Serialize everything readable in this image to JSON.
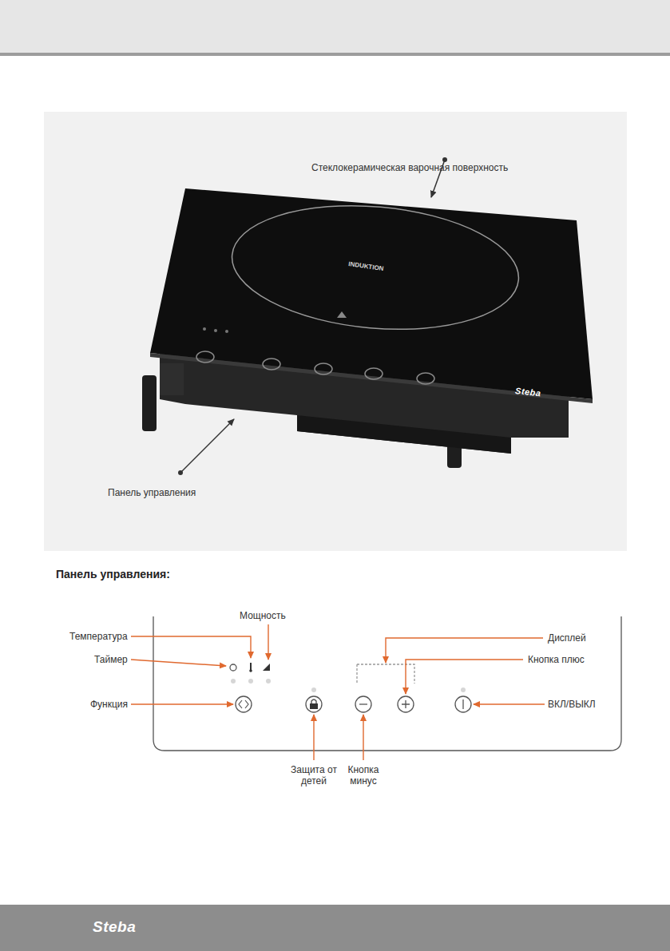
{
  "diagram": {
    "labels": [
      "Стеклокерамическая варочная поверхность",
      "INDUKTION",
      "Steba",
      "Панель управления",
      "Панель управления:",
      "Мощность",
      "Температура",
      "Дисплей",
      "Таймер",
      "Кнопка плюс",
      "Функция",
      "ВКЛ/ВЫКЛ",
      "Защита от детей",
      "Кнопка минус",
      "Steba"
    ]
  }
}
